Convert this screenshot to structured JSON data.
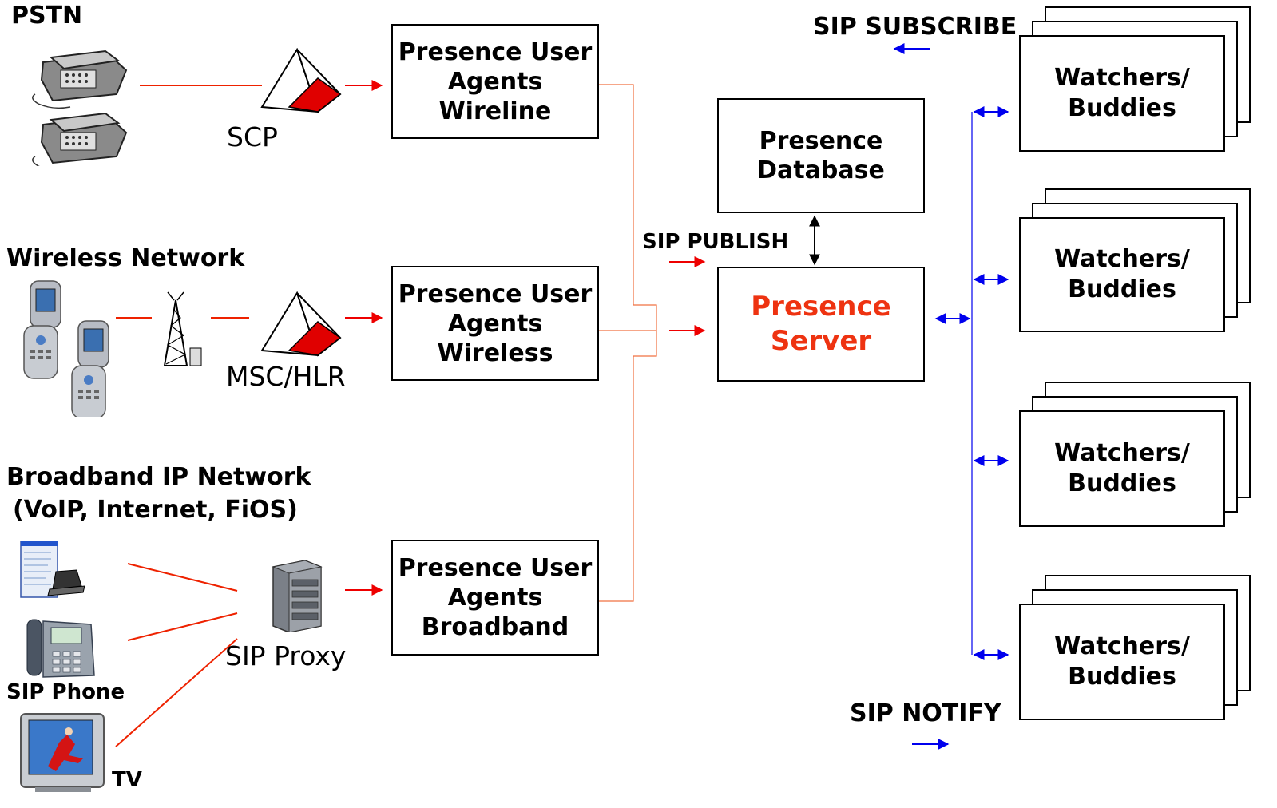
{
  "sections": {
    "pstn": "PSTN",
    "wireless": "Wireless Network",
    "broadband_line1": "Broadband IP Network",
    "broadband_line2": "(VoIP, Internet, FiOS)"
  },
  "nodes": {
    "scp": "SCP",
    "msc_hlr": "MSC/HLR",
    "sip_proxy": "SIP Proxy",
    "sip_phone": "SIP Phone",
    "tv": "TV"
  },
  "agents": {
    "wireline": "Presence User\nAgents\nWireline",
    "wireless": "Presence User\nAgents\nWireless",
    "broadband": "Presence User\nAgents\nBroadband"
  },
  "core": {
    "database": "Presence\nDatabase",
    "server": "Presence\nServer"
  },
  "messages": {
    "publish": "SIP PUBLISH",
    "subscribe": "SIP SUBSCRIBE",
    "notify": "SIP NOTIFY"
  },
  "watchers": [
    "Watchers/\nBuddies",
    "Watchers/\nBuddies",
    "Watchers/\nBuddies",
    "Watchers/\nBuddies"
  ],
  "colors": {
    "red_link": "#ee2200",
    "blue_link": "#0000ee",
    "server_text": "#ee3311"
  },
  "icons": [
    "desk-phone-icon",
    "flip-phone-icon",
    "cell-tower-icon",
    "scp-pyramid-icon",
    "server-icon",
    "laptop-icon",
    "ip-phone-icon",
    "tv-icon"
  ]
}
